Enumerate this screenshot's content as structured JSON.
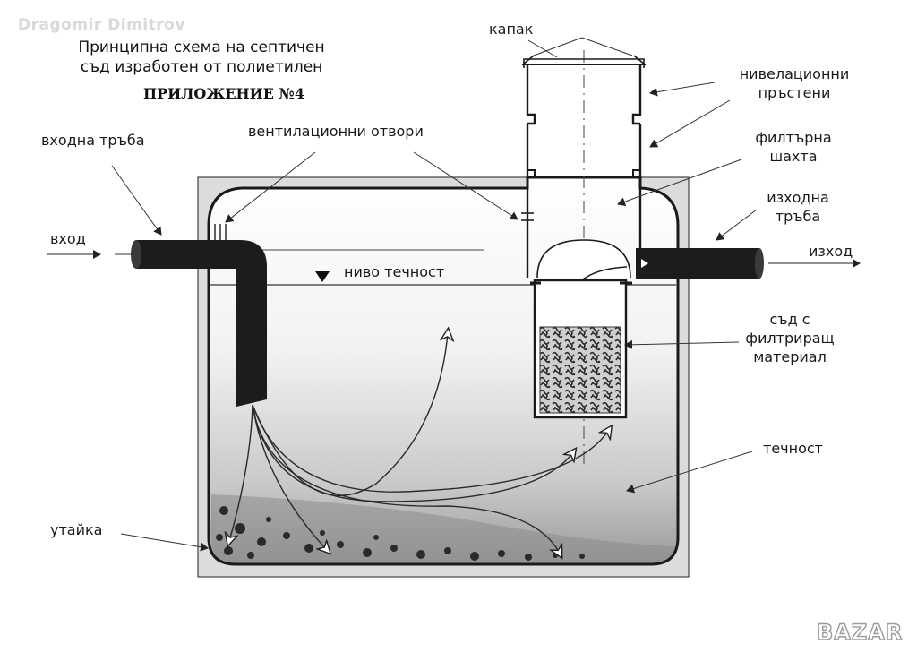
{
  "watermark": "Dragomir Dimitrov",
  "title": {
    "line1": "Принципна схема на септичен",
    "line2": "съд изработен от полиетилен",
    "appendix": "ПРИЛОЖЕНИЕ №4"
  },
  "labels": {
    "inlet_pipe": "входна тръба",
    "vents": "вентилационни отвори",
    "lid": "капак",
    "leveling_rings_1": "нивелационни",
    "leveling_rings_2": "пръстени",
    "filter_shaft_1": "филтърна",
    "filter_shaft_2": "шахта",
    "outlet_pipe_1": "изходна",
    "outlet_pipe_2": "тръба",
    "inlet": "вход",
    "outlet": "изход",
    "liquid_level": "ниво течност",
    "filter_container_1": "съд с",
    "filter_container_2": "филтриращ",
    "filter_container_3": "материал",
    "liquid": "течност",
    "sludge": "утайка"
  },
  "logo": "BAZAR",
  "colors": {
    "ink": "#1a1a1a",
    "pipe": "#1c1c1c",
    "tank_shade": "#d6d6d6",
    "sludge": "#6a6a6a"
  }
}
